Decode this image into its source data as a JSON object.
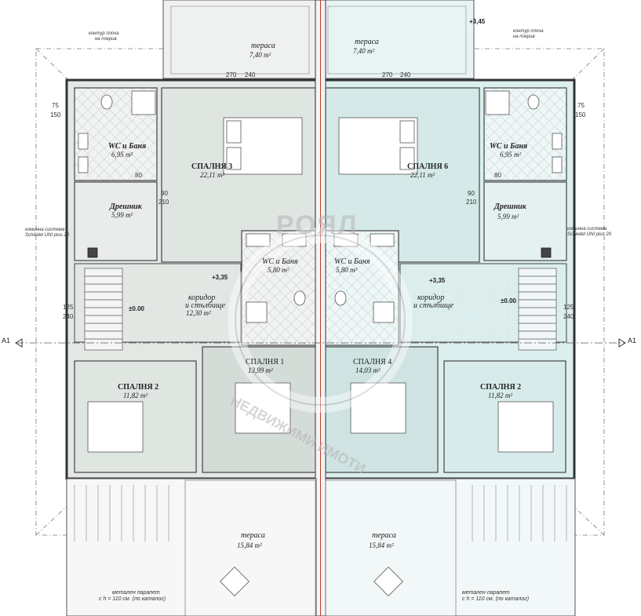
{
  "rooms": {
    "terrace_top_left": {
      "name": "тераса",
      "area": "7,40 m²"
    },
    "terrace_top_right": {
      "name": "тераса",
      "area": "7,40 m²"
    },
    "wc_left": {
      "name": "WC и Баня",
      "area": "6,95 m²"
    },
    "wc_right": {
      "name": "WC и Баня",
      "area": "6,95 m²"
    },
    "bedroom3": {
      "name": "СПАЛНЯ 3",
      "area": "22,11 m²"
    },
    "bedroom6": {
      "name": "СПАЛНЯ 6",
      "area": "22,11 m²"
    },
    "closet_left": {
      "name": "Дрешник",
      "area": "5,99 m²"
    },
    "closet_right": {
      "name": "Дрешник",
      "area": "5,99 m²"
    },
    "wc_mid_left": {
      "name": "WC и Баня",
      "area": "5,80 m²"
    },
    "wc_mid_right": {
      "name": "WC и Баня",
      "area": "5,80 m²"
    },
    "corridor_left": {
      "name_1": "коридор",
      "name_2": "и стълбище",
      "area": "12,30 m²"
    },
    "corridor_right": {
      "name_1": "коридор",
      "name_2": "и стълбище"
    },
    "bedroom1": {
      "name": "СПАЛНЯ 1",
      "area": "13,99 m²"
    },
    "bedroom4": {
      "name": "СПАЛНЯ 4",
      "area": "14,03 m²"
    },
    "bedroom2_left": {
      "name": "СПАЛНЯ 2",
      "area": "11,82 m²"
    },
    "bedroom2_right": {
      "name": "СПАЛНЯ 2",
      "area": "11,82 m²"
    },
    "terrace_bottom_left": {
      "name": "тераса",
      "area": "15,84 m²"
    },
    "terrace_bottom_right": {
      "name": "тераса",
      "area": "15,84 m²"
    }
  },
  "levels": {
    "top": "+3,45",
    "corridor_left": "+3,35",
    "corridor_right": "+3,35",
    "stair_left": "±0.00",
    "stair_right": "±0.00"
  },
  "notes": {
    "roof_contour_left": [
      "контур плоча",
      "на покрив"
    ],
    "roof_contour_right": [
      "контур плоча",
      "на покрив"
    ],
    "chimney_left": [
      "коминна система",
      "Schiedel UNI plus 20"
    ],
    "chimney_right": [
      "коминна система",
      "Schiedel UNI plus 20"
    ],
    "parapet_left": [
      "метален парапет",
      "с h = 110 см. (по каталог)"
    ],
    "parapet_right": [
      "метален парапет",
      "с h = 110 см. (по каталог)"
    ]
  },
  "axis": {
    "left": "A1",
    "right": "A1"
  },
  "dimensions": {
    "d75": "75",
    "d150": "150",
    "d270": "270",
    "d240": "240",
    "d80": "80",
    "d210": "210",
    "d90": "90",
    "d125": "125"
  },
  "watermark": {
    "logo": "РОЯЛ",
    "text": "НЕДВИЖИМИ ИМОТИ"
  },
  "colors": {
    "line": "#3a3a3a",
    "left_fill": "#dfe5e1",
    "right_fill": "#d8ebeb",
    "tile": "#c8d0cc",
    "center_axis": "#c0392b"
  }
}
